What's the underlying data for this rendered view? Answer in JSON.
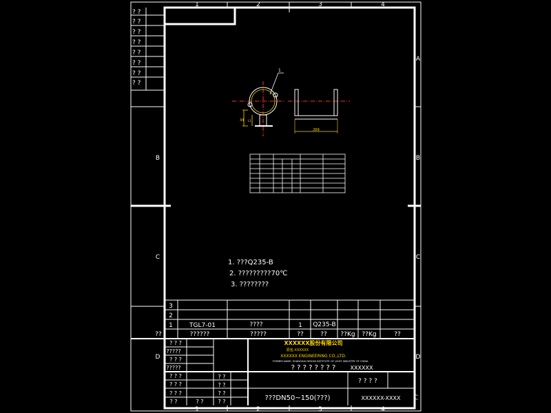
{
  "colors": {
    "background": "#000000",
    "line": "#ffffff",
    "part_outline": "#ffffff",
    "part_fill_edge": "#ffd700",
    "centerline": "#ff3030",
    "company": "#ffd700",
    "dimension": "#ffd700"
  },
  "zones": {
    "top": [
      "1",
      "2",
      "3",
      "4"
    ],
    "bottom": [
      "1",
      "2",
      "3",
      "4"
    ],
    "left": [
      "B",
      "C",
      "D"
    ],
    "right": [
      "A",
      "B",
      "C",
      "D"
    ]
  },
  "left_strip_labels": [
    "? ?",
    "? ?",
    "? ?",
    "? ?",
    "? ?",
    "? ?",
    "? ?",
    "? ?"
  ],
  "drawing": {
    "callout": "1",
    "dim_bottom": "269",
    "dim_left": "34",
    "dim_left2": "L1"
  },
  "notes": [
    "1. ???Q235-B",
    "2. ?????????70℃",
    "3. ????????"
  ],
  "bom": {
    "rows": [
      {
        "no": "3",
        "code": "",
        "name": "",
        "qty": "",
        "material": "",
        "w1": "",
        "w2": "",
        "remark": ""
      },
      {
        "no": "2",
        "code": "",
        "name": "",
        "qty": "",
        "material": "",
        "w1": "",
        "w2": "",
        "remark": ""
      },
      {
        "no": "1",
        "code": "TGL7-01",
        "name": "????",
        "qty": "1",
        "material": "Q235-B",
        "w1": "",
        "w2": "",
        "remark": ""
      }
    ],
    "header": {
      "no": "??",
      "code": "??????",
      "name": "?????",
      "qty": "??",
      "material": "??",
      "w1": "??Kg",
      "w2": "??Kg",
      "remark": "??"
    }
  },
  "title_block": {
    "left_labels": [
      "? ? ?",
      "?????",
      "? ? ?",
      "?????",
      "? ? ?",
      "? ? ?",
      "? ? ?",
      "? ?"
    ],
    "left_row_extra": "? ?",
    "mid_labels": [
      "? ?",
      "? ?",
      "? ?",
      "? ?"
    ],
    "company_cn": "XXXXXX股份有限公司",
    "company_sub": "原名:XXXXXX",
    "company_en": "XXXXXX ENGINEERING CO.,LTD.",
    "company_en2": "FORMER NAME: SHANGHAI DESIGN INSTITUTE OF LIGHT INDUSTRY OF CHINA",
    "project_label": "? ? ? ? ? ? ? ?",
    "project_code": "XXXXXX",
    "stage_label": "? ? ? ?",
    "drawing_title": "???DN50~150(???)",
    "drawing_no": "XXXXXX-XXXX",
    "side_text": "? ?"
  }
}
